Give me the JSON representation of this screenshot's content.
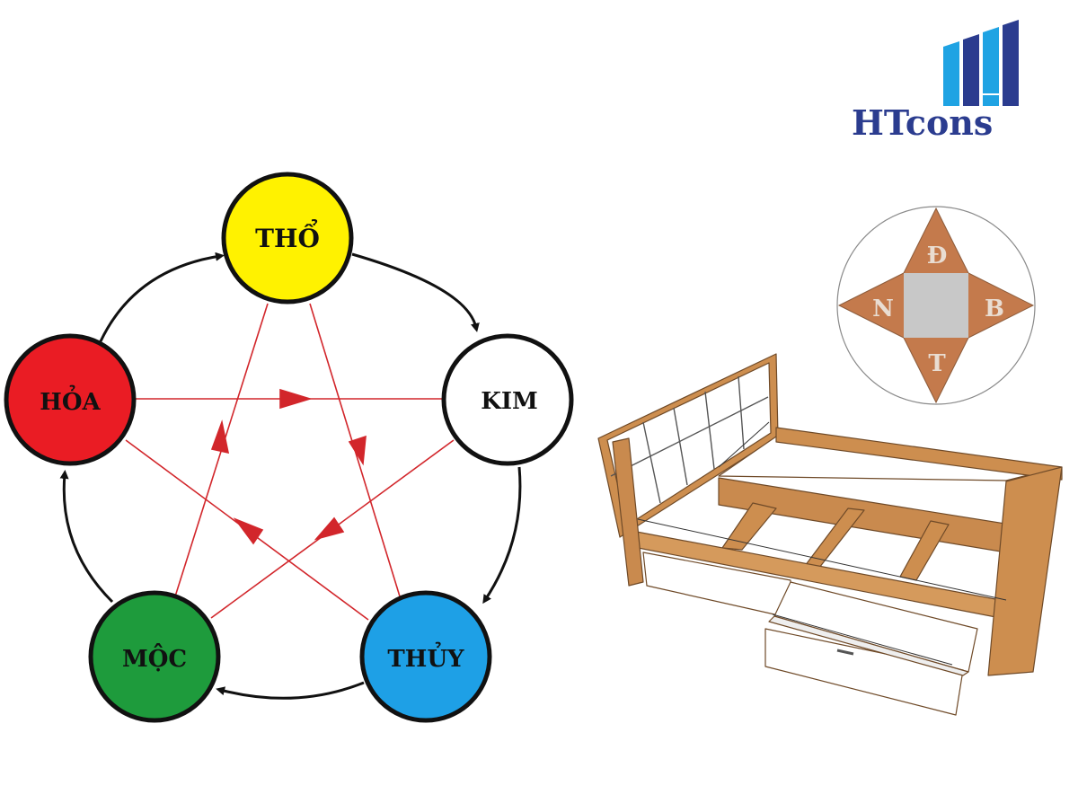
{
  "logo": {
    "text": "HTcons",
    "colors": {
      "dark": "#2b3c8f",
      "light": "#1fa3e3"
    }
  },
  "wuxing": {
    "elements": {
      "tho": {
        "label": "THỔ",
        "color": "#fff200"
      },
      "kim": {
        "label": "KIM",
        "color": "#ffffff"
      },
      "thuy": {
        "label": "THỦY",
        "color": "#1ea0e6"
      },
      "moc": {
        "label": "MỘC",
        "color": "#1e9b3c"
      },
      "hoa": {
        "label": "HỎA",
        "color": "#ea1c24"
      }
    },
    "generating_cycle": [
      "tho",
      "kim",
      "thuy",
      "moc",
      "hoa"
    ],
    "overcoming_cycle": [
      "tho",
      "thuy",
      "hoa",
      "kim",
      "moc"
    ],
    "cycle_color": "#111111",
    "overcoming_color": "#d2262b"
  },
  "compass": {
    "labels": {
      "top": "Đ",
      "left": "N",
      "right": "B",
      "bottom": "T"
    },
    "point_color": "#c47a4c",
    "center_color": "#c8c8c8"
  },
  "bed": {
    "wood_color": "#cd8e4f",
    "panel_color": "#ffffff"
  }
}
